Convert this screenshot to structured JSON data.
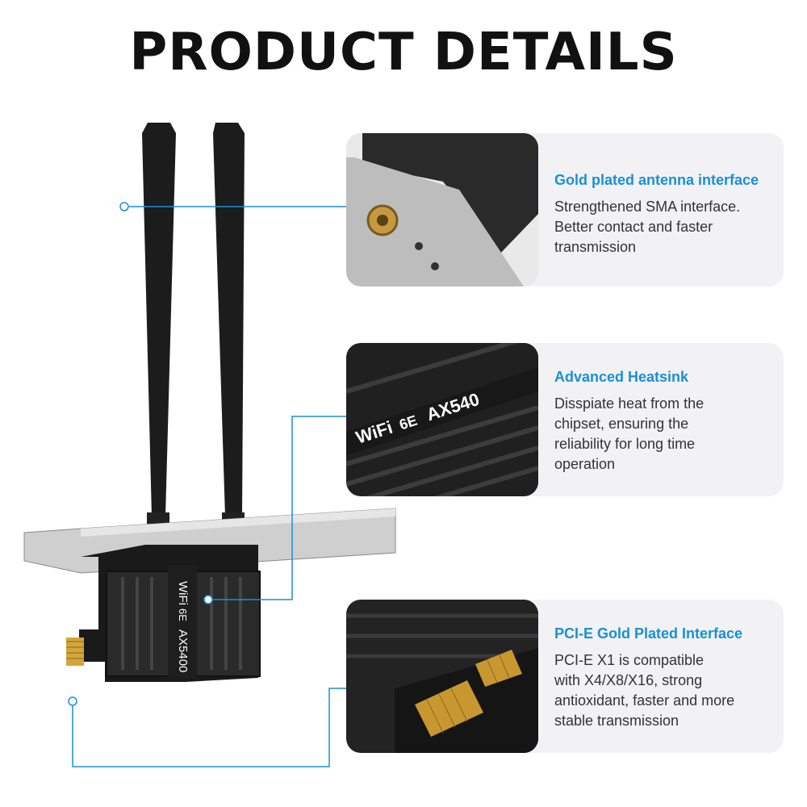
{
  "header": {
    "title": "PRODUCT DETAILS"
  },
  "colors": {
    "accent": "#1a8fd6",
    "card_bg": "#f2f2f4",
    "text": "#333333"
  },
  "product": {
    "board_label_brand": "WiFi",
    "board_label_badge": "6E",
    "board_label_model": "AX5400"
  },
  "features": [
    {
      "title": "Gold plated antenna interface",
      "lines": [
        "Strengthened SMA interface.",
        "Better contact and faster",
        "transmission"
      ]
    },
    {
      "title": "Advanced Heatsink",
      "lines": [
        "Disspiate heat from the",
        "chipset, ensuring the",
        "reliability for long time",
        "operation"
      ],
      "photo_label_brand": "WiFi",
      "photo_label_badge": "6E",
      "photo_label_model": "AX540"
    },
    {
      "title": "PCI-E Gold Plated Interface",
      "lines": [
        "PCI-E X1 is compatible",
        "with X4/X8/X16, strong",
        "antioxidant, faster and more",
        "stable transmission"
      ]
    }
  ]
}
